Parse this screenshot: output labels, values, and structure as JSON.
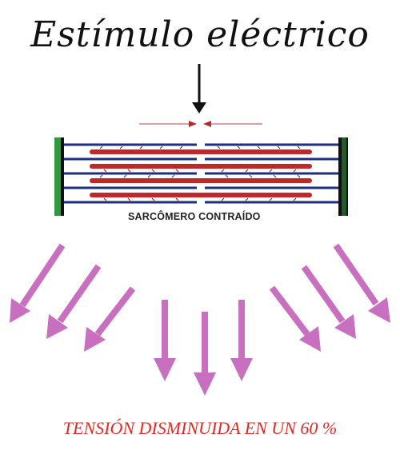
{
  "title": "Estímulo eléctrico",
  "sarcomere_label": "SARCÔMERO CONTRAÍDO",
  "tension_text": "TENSIÓN DISMINUIDA EN UN 60 %",
  "colors": {
    "title": "#111111",
    "z_disc": "#2e9a3e",
    "actin": "#1d2f7d",
    "myosin": "#c0282a",
    "arrow_pink": "#c86fbf",
    "tension_text": "#e32822"
  },
  "icons": [
    "down-arrow-icon",
    "inward-arrows-icon",
    "dispersion-arrow-icon"
  ]
}
